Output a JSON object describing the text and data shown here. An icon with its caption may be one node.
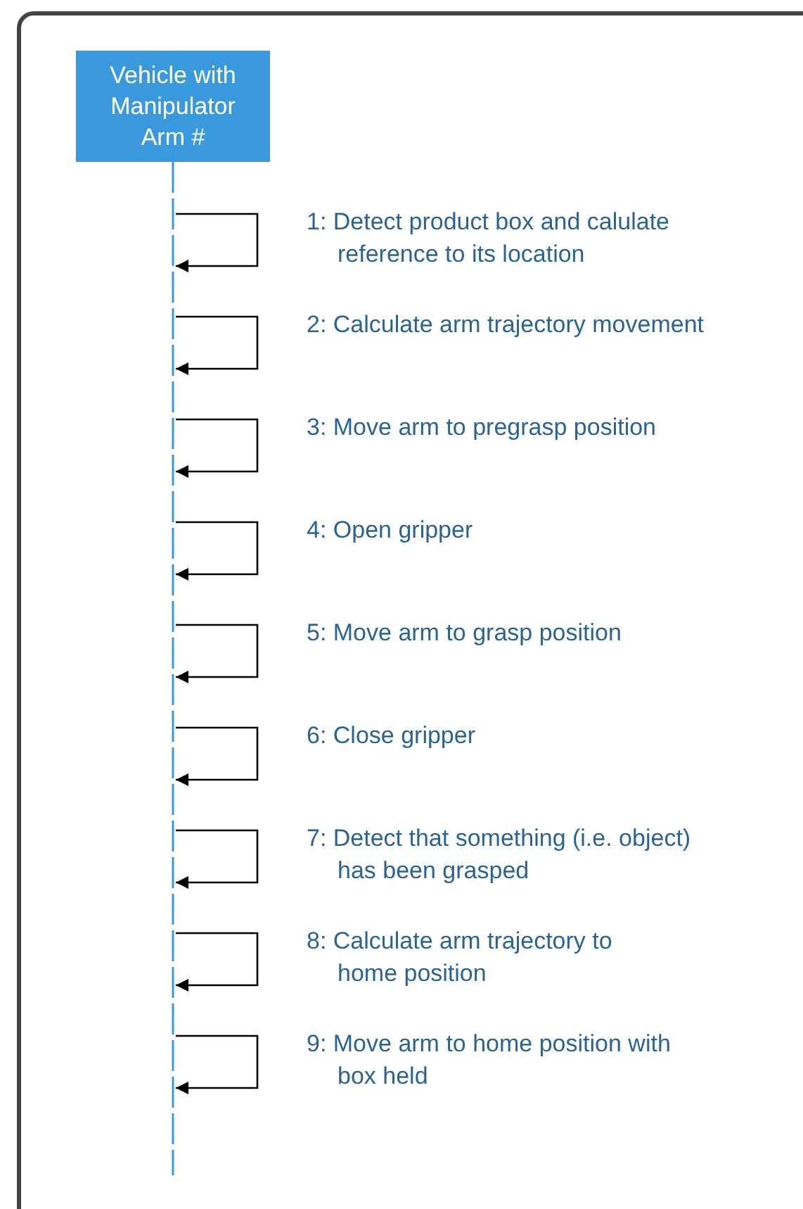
{
  "diagram": {
    "nodes": [
      {
        "text": [
          "Vehicle with Manipulator Arm #"
        ]
      },
      {
        "text": [],
        "shape": "bar"
      }
    ],
    "edges": [
      {
        "from": 1,
        "to": 1,
        "arrow": "to",
        "label": "1: Detect product box and calulate reference to its location"
      },
      {
        "from": 1,
        "to": 1,
        "arrow": "to",
        "label": "2: Calculate arm trajectory movement"
      },
      {
        "from": 1,
        "to": 1,
        "arrow": "to",
        "label": "3: Move arm to pregrasp position"
      },
      {
        "from": 1,
        "to": 1,
        "arrow": "to",
        "label": "4: Open gripper"
      },
      {
        "from": 1,
        "to": 1,
        "arrow": "to",
        "label": "5: Move arm to grasp position"
      },
      {
        "from": 1,
        "to": 1,
        "arrow": "to",
        "label": "6: Close gripper"
      },
      {
        "from": 1,
        "to": 1,
        "arrow": "to",
        "label": "7: Detect that something (i.e. object) has been grasped"
      },
      {
        "from": 1,
        "to": 1,
        "arrow": "to",
        "label": "8: Calculate arm trajectory to home position"
      },
      {
        "from": 1,
        "to": 1,
        "arrow": "to",
        "label": "9: Move arm to home position with box held"
      }
    ]
  }
}
